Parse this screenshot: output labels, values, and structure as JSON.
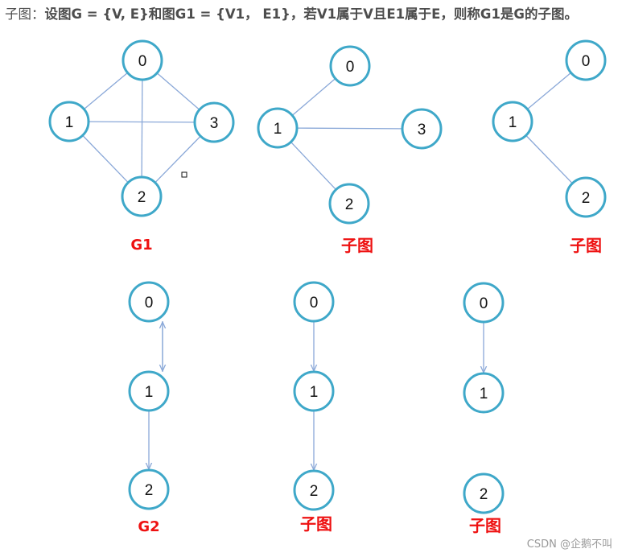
{
  "heading": {
    "lead": "子图：",
    "definition": "设图G = {V, E}和图G1 = {V1， E1}，若V1属于V且E1属于E，则称G1是G的子图。"
  },
  "colors": {
    "node_stroke": "#3fa8c9",
    "edge": "#8aa8d8",
    "caption": "#ee1111"
  },
  "watermark": "CSDN @企鹅不叫",
  "graphs": [
    {
      "id": "g1",
      "caption": "G1",
      "nodes": [
        "0",
        "1",
        "2",
        "3"
      ],
      "edges": [
        [
          "0",
          "1"
        ],
        [
          "0",
          "2"
        ],
        [
          "0",
          "3"
        ],
        [
          "1",
          "2"
        ],
        [
          "1",
          "3"
        ],
        [
          "2",
          "3"
        ]
      ],
      "directed": false
    },
    {
      "id": "g1-sub-a",
      "caption": "子图",
      "nodes": [
        "0",
        "1",
        "2",
        "3"
      ],
      "edges": [
        [
          "1",
          "0"
        ],
        [
          "1",
          "2"
        ],
        [
          "1",
          "3"
        ]
      ],
      "directed": false
    },
    {
      "id": "g1-sub-b",
      "caption": "子图",
      "nodes": [
        "0",
        "1",
        "2"
      ],
      "edges": [
        [
          "1",
          "0"
        ],
        [
          "1",
          "2"
        ]
      ],
      "directed": false
    },
    {
      "id": "g2",
      "caption": "G2",
      "nodes": [
        "0",
        "1",
        "2"
      ],
      "edges": [
        [
          "0",
          "1"
        ],
        [
          "1",
          "0"
        ],
        [
          "1",
          "2"
        ]
      ],
      "directed": true
    },
    {
      "id": "g2-sub-a",
      "caption": "子图",
      "nodes": [
        "0",
        "1",
        "2"
      ],
      "edges": [
        [
          "0",
          "1"
        ],
        [
          "1",
          "2"
        ]
      ],
      "directed": true
    },
    {
      "id": "g2-sub-b",
      "caption": "子图",
      "nodes": [
        "0",
        "1",
        "2"
      ],
      "edges": [
        [
          "0",
          "1"
        ]
      ],
      "directed": true
    }
  ]
}
